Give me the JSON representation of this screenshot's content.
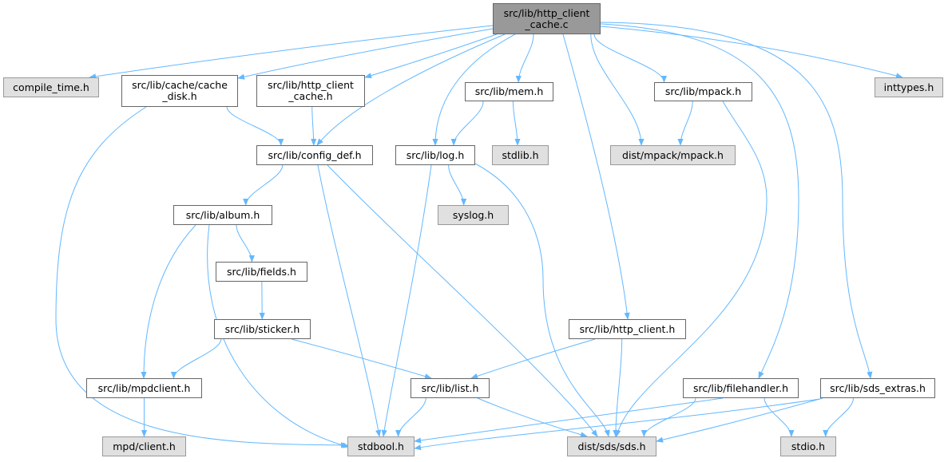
{
  "graph": {
    "edge_color": "#63b8ff",
    "nodes": {
      "root": {
        "label": "src/lib/http_client\n_cache.c",
        "kind": "root"
      },
      "compile_time": {
        "label": "compile_time.h",
        "kind": "ext"
      },
      "cache_disk": {
        "label": "src/lib/cache/cache\n_disk.h",
        "kind": "file"
      },
      "http_client_cache_h": {
        "label": "src/lib/http_client\n_cache.h",
        "kind": "file"
      },
      "mem": {
        "label": "src/lib/mem.h",
        "kind": "file"
      },
      "mpack": {
        "label": "src/lib/mpack.h",
        "kind": "file"
      },
      "inttypes": {
        "label": "inttypes.h",
        "kind": "ext"
      },
      "config_def": {
        "label": "src/lib/config_def.h",
        "kind": "file"
      },
      "log": {
        "label": "src/lib/log.h",
        "kind": "file"
      },
      "stdlib": {
        "label": "stdlib.h",
        "kind": "ext"
      },
      "mpack_dist": {
        "label": "dist/mpack/mpack.h",
        "kind": "ext"
      },
      "album": {
        "label": "src/lib/album.h",
        "kind": "file"
      },
      "syslog": {
        "label": "syslog.h",
        "kind": "ext"
      },
      "fields": {
        "label": "src/lib/fields.h",
        "kind": "file"
      },
      "sticker": {
        "label": "src/lib/sticker.h",
        "kind": "file"
      },
      "http_client": {
        "label": "src/lib/http_client.h",
        "kind": "file"
      },
      "mpdclient": {
        "label": "src/lib/mpdclient.h",
        "kind": "file"
      },
      "list": {
        "label": "src/lib/list.h",
        "kind": "file"
      },
      "filehandler": {
        "label": "src/lib/filehandler.h",
        "kind": "file"
      },
      "sds_extras": {
        "label": "src/lib/sds_extras.h",
        "kind": "file"
      },
      "mpd_client": {
        "label": "mpd/client.h",
        "kind": "ext"
      },
      "stdbool": {
        "label": "stdbool.h",
        "kind": "ext"
      },
      "sds": {
        "label": "dist/sds/sds.h",
        "kind": "ext"
      },
      "stdio": {
        "label": "stdio.h",
        "kind": "ext"
      }
    },
    "edges": [
      [
        "root",
        "compile_time"
      ],
      [
        "root",
        "cache_disk"
      ],
      [
        "root",
        "http_client_cache_h"
      ],
      [
        "root",
        "config_def"
      ],
      [
        "root",
        "log"
      ],
      [
        "root",
        "mem"
      ],
      [
        "root",
        "mpack_dist"
      ],
      [
        "root",
        "mpack"
      ],
      [
        "root",
        "http_client"
      ],
      [
        "root",
        "filehandler"
      ],
      [
        "root",
        "sds_extras"
      ],
      [
        "root",
        "inttypes"
      ],
      [
        "cache_disk",
        "config_def"
      ],
      [
        "cache_disk",
        "stdbool"
      ],
      [
        "http_client_cache_h",
        "config_def"
      ],
      [
        "mem",
        "log"
      ],
      [
        "mem",
        "stdlib"
      ],
      [
        "mpack",
        "mpack_dist"
      ],
      [
        "mpack",
        "sds"
      ],
      [
        "config_def",
        "album"
      ],
      [
        "config_def",
        "stdbool"
      ],
      [
        "config_def",
        "sds"
      ],
      [
        "log",
        "syslog"
      ],
      [
        "log",
        "stdbool"
      ],
      [
        "log",
        "sds"
      ],
      [
        "album",
        "fields"
      ],
      [
        "album",
        "mpdclient"
      ],
      [
        "album",
        "stdbool"
      ],
      [
        "fields",
        "sticker"
      ],
      [
        "sticker",
        "mpdclient"
      ],
      [
        "sticker",
        "list"
      ],
      [
        "http_client",
        "list"
      ],
      [
        "http_client",
        "sds"
      ],
      [
        "mpdclient",
        "mpd_client"
      ],
      [
        "list",
        "stdbool"
      ],
      [
        "list",
        "sds"
      ],
      [
        "filehandler",
        "stdbool"
      ],
      [
        "filehandler",
        "sds"
      ],
      [
        "filehandler",
        "stdio"
      ],
      [
        "sds_extras",
        "stdbool"
      ],
      [
        "sds_extras",
        "sds"
      ],
      [
        "sds_extras",
        "stdio"
      ]
    ]
  }
}
